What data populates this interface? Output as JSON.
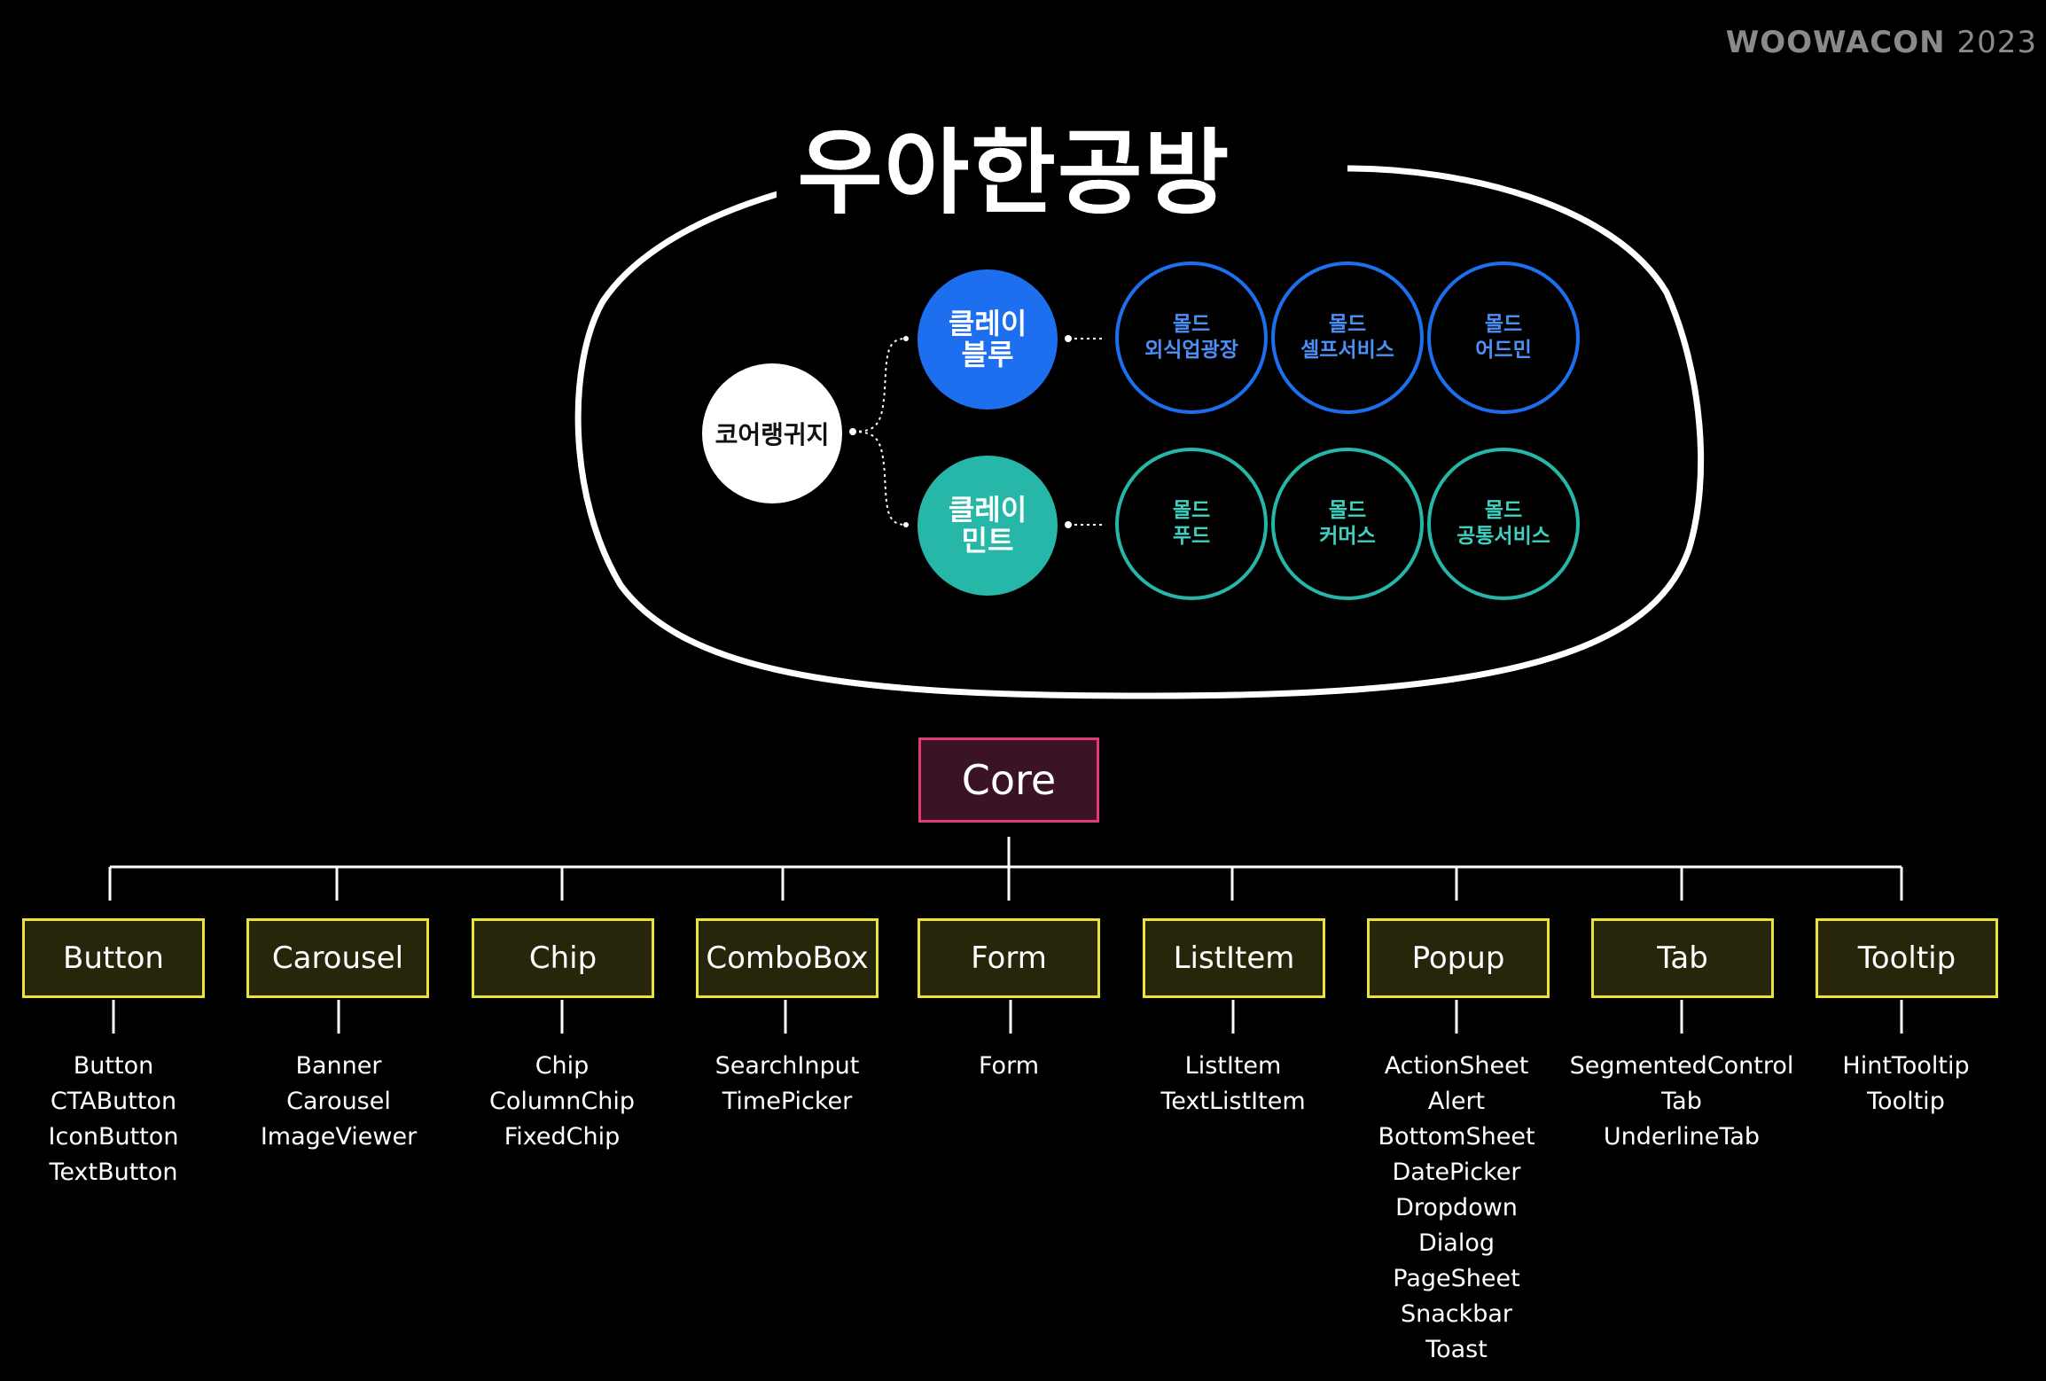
{
  "brand": {
    "name": "WOOWACON",
    "year": "2023"
  },
  "title": "우아한공방",
  "circles": {
    "core": "코어랭귀지",
    "blue": [
      "클레이",
      "블루"
    ],
    "mint": [
      "클레이",
      "민트"
    ],
    "blue_children": [
      [
        "몰드",
        "외식업광장"
      ],
      [
        "몰드",
        "셀프서비스"
      ],
      [
        "몰드",
        "어드민"
      ]
    ],
    "mint_children": [
      [
        "몰드",
        "푸드"
      ],
      [
        "몰드",
        "커머스"
      ],
      [
        "몰드",
        "공통서비스"
      ]
    ]
  },
  "colors": {
    "blue": "#1e6ff0",
    "mint": "#27b7a9",
    "core_border": "#e23a78",
    "category_border": "#e9e33c"
  },
  "tree": {
    "root": "Core",
    "categories": [
      {
        "name": "Button",
        "items": [
          "Button",
          "CTAButton",
          "IconButton",
          "TextButton"
        ]
      },
      {
        "name": "Carousel",
        "items": [
          "Banner",
          "Carousel",
          "ImageViewer"
        ]
      },
      {
        "name": "Chip",
        "items": [
          "Chip",
          "ColumnChip",
          "FixedChip"
        ]
      },
      {
        "name": "ComboBox",
        "items": [
          "SearchInput",
          "TimePicker"
        ]
      },
      {
        "name": "Form",
        "items": [
          "Form"
        ]
      },
      {
        "name": "ListItem",
        "items": [
          "ListItem",
          "TextListItem"
        ]
      },
      {
        "name": "Popup",
        "items": [
          "ActionSheet",
          "Alert",
          "BottomSheet",
          "DatePicker",
          "Dropdown",
          "Dialog",
          "PageSheet",
          "Snackbar",
          "Toast"
        ]
      },
      {
        "name": "Tab",
        "items": [
          "SegmentedControl",
          "Tab",
          "UnderlineTab"
        ]
      },
      {
        "name": "Tooltip",
        "items": [
          "HintTooltip",
          "Tooltip"
        ]
      }
    ]
  }
}
